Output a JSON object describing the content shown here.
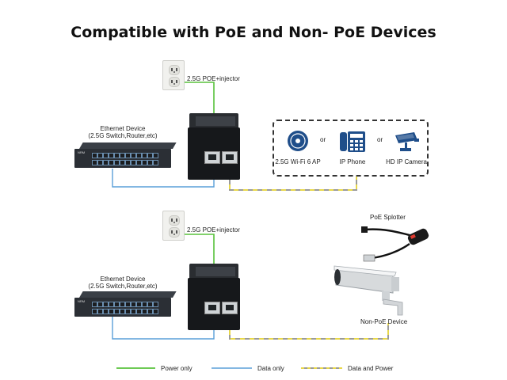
{
  "title": "Compatible with PoE and Non- PoE Devices",
  "colors": {
    "power_line": "#58c23c",
    "data_line": "#5a9fd8",
    "data_power_yellow": "#e8d84a",
    "data_power_grey": "#9a9a9a"
  },
  "top_section": {
    "injector_label": "2.5G POE+injector",
    "ethernet_device": {
      "line1": "Ethernet Device",
      "line2": "(2.5G Switch,Router,etc)"
    },
    "devices": [
      {
        "label": "2.5G Wi-Fi 6 AP",
        "icon": "wifi-ap-icon"
      },
      {
        "label": "IP Phone",
        "icon": "ip-phone-icon"
      },
      {
        "label": "HD IP Camera",
        "icon": "cctv-camera-icon"
      }
    ],
    "separators": [
      "or",
      "or"
    ]
  },
  "bottom_section": {
    "injector_label": "2.5G POE+injector",
    "ethernet_device": {
      "line1": "Ethernet Device",
      "line2": "(2.5G Switch,Router,etc)"
    },
    "splitter_label": "PoE Splotter",
    "non_poe_label": "Non-PoE Device"
  },
  "legend": [
    {
      "label": "Power only",
      "style": "power"
    },
    {
      "label": "Data only",
      "style": "data"
    },
    {
      "label": "Data and Power",
      "style": "both"
    }
  ]
}
